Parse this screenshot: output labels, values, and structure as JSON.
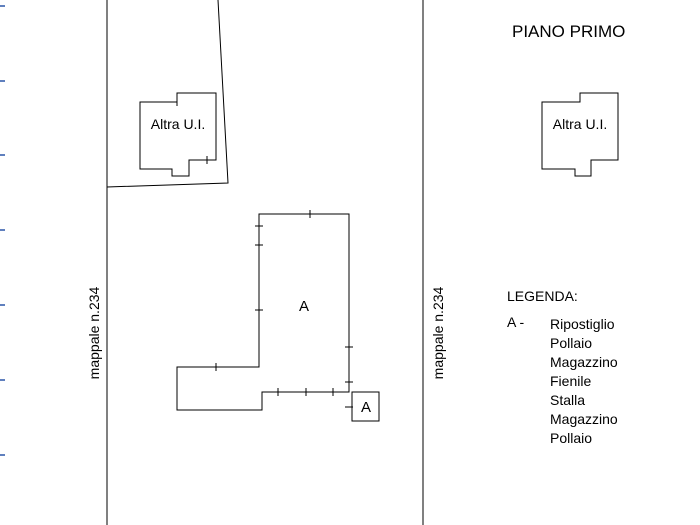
{
  "title": "PIANO PRIMO",
  "parcel_label_left": "mappale n.234",
  "parcel_label_right": "mappale n.234",
  "other_unit_left": "Altra U.I.",
  "other_unit_right": "Altra U.I.",
  "unit_main_label": "A",
  "unit_annex_label": "A",
  "legend": {
    "title": "LEGENDA:",
    "prefix": "A -",
    "items": [
      "Ripostiglio",
      "Pollaio",
      "Magazzino",
      "Fienile",
      "Stalla",
      "Magazzino",
      "Pollaio"
    ]
  },
  "colors": {
    "line": "#000000",
    "left_ticks": "#2b55a8"
  }
}
